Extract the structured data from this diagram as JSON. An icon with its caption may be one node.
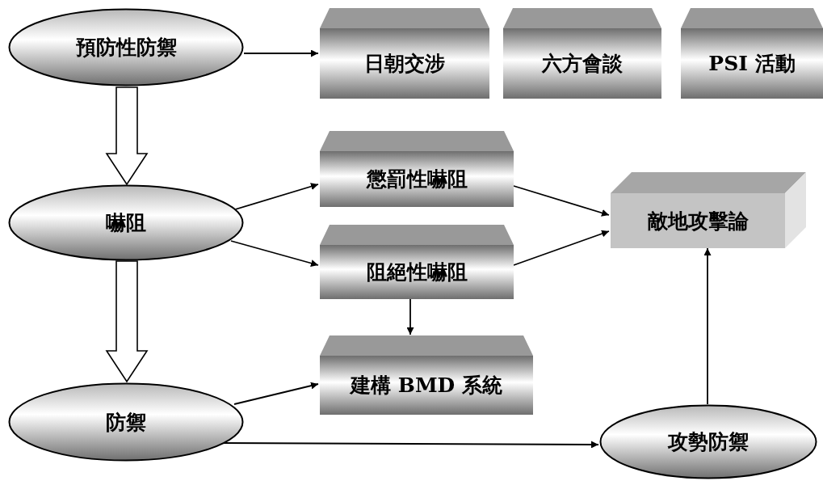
{
  "diagram": {
    "nodes": [
      {
        "text": [
          "預防性防禦"
        ]
      },
      {
        "text": [
          "日朝交涉"
        ]
      },
      {
        "text": [
          "六方會談"
        ]
      },
      {
        "text": [
          "PSI 活動"
        ]
      },
      {
        "text": [
          "嚇阻"
        ]
      },
      {
        "text": [
          "懲罰性嚇阻"
        ]
      },
      {
        "text": [
          "阻絕性嚇阻"
        ]
      },
      {
        "text": [
          "敵地攻擊論"
        ]
      },
      {
        "text": [
          "建構 BMD 系統"
        ]
      },
      {
        "text": [
          "防禦"
        ]
      },
      {
        "text": [
          "攻勢防禦"
        ]
      }
    ],
    "edges": [
      {
        "from": 0,
        "to": 1,
        "arrow": "to"
      },
      {
        "from": 0,
        "to": 4,
        "arrow": "to",
        "style": "thick"
      },
      {
        "from": 4,
        "to": 9,
        "arrow": "to",
        "style": "thick"
      },
      {
        "from": 4,
        "to": 5,
        "arrow": "to"
      },
      {
        "from": 4,
        "to": 6,
        "arrow": "to"
      },
      {
        "from": 5,
        "to": 7,
        "arrow": "to"
      },
      {
        "from": 6,
        "to": 7,
        "arrow": "to"
      },
      {
        "from": 6,
        "to": 8,
        "arrow": "to"
      },
      {
        "from": 9,
        "to": 8,
        "arrow": "to"
      },
      {
        "from": 9,
        "to": 10,
        "arrow": "to"
      },
      {
        "from": 10,
        "to": 7,
        "arrow": "to"
      }
    ]
  }
}
